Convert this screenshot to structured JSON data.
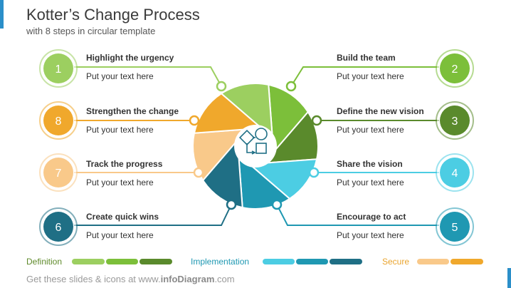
{
  "slide": {
    "title": "Kotter’s Change Process",
    "subtitle": "with 8 steps in circular template"
  },
  "colors": {
    "green_light": "#9ccf60",
    "green_mid": "#7cbf3a",
    "green_dark": "#5a8a2c",
    "teal_dark": "#1f6f85",
    "teal_mid": "#1f98b2",
    "cyan": "#4ccde3",
    "orange": "#f0a82c",
    "peach": "#f9c98a",
    "definition": "#5e8a2a",
    "implementation": "#1e98b2",
    "secure": "#eaa42d"
  },
  "steps": [
    {
      "num": "1",
      "title": "Highlight the urgency",
      "text": "Put your text here"
    },
    {
      "num": "2",
      "title": "Build the team",
      "text": "Put your text here"
    },
    {
      "num": "3",
      "title": "Define the new vision",
      "text": "Put your text here"
    },
    {
      "num": "4",
      "title": "Share the vision",
      "text": "Put your text here"
    },
    {
      "num": "5",
      "title": "Encourage to act",
      "text": "Put your text here"
    },
    {
      "num": "6",
      "title": "Create quick wins",
      "text": "Put your text here"
    },
    {
      "num": "7",
      "title": "Track the progress",
      "text": "Put your text here"
    },
    {
      "num": "8",
      "title": "Strengthen the change",
      "text": "Put your text here"
    }
  ],
  "legend": {
    "definition": "Definition",
    "implementation": "Implementation",
    "secure": "Secure"
  },
  "footer": {
    "prefix": "Get these slides & icons at www.",
    "brand": "infoDiagram",
    "suffix": ".com"
  }
}
